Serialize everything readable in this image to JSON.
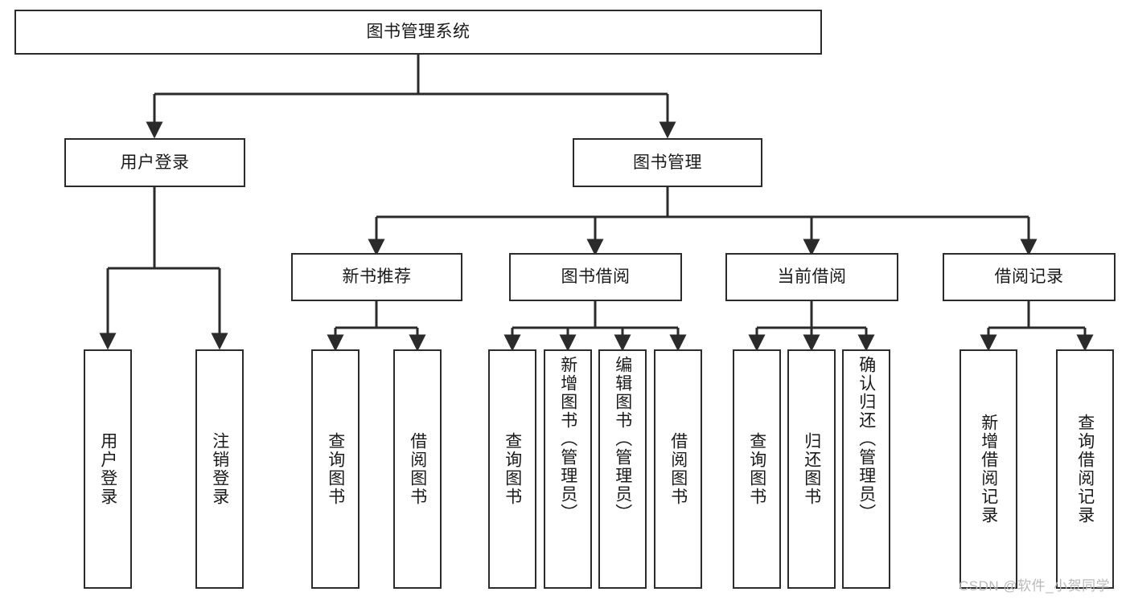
{
  "diagram": {
    "title": "图书管理系统",
    "type": "hierarchy-tree",
    "colors": {
      "stroke": "#2b2b2b",
      "box_fill": "#ffffff",
      "text": "#1a1a1a",
      "watermark": "#b9b9b9",
      "background": "#ffffff"
    },
    "root": {
      "label": "图书管理系统"
    },
    "level2": [
      {
        "label": "用户登录"
      },
      {
        "label": "图书管理"
      }
    ],
    "level3": [
      {
        "label": "新书推荐"
      },
      {
        "label": "图书借阅"
      },
      {
        "label": "当前借阅"
      },
      {
        "label": "借阅记录"
      }
    ],
    "leaves": {
      "user_login": [
        {
          "label": "用户登录"
        },
        {
          "label": "注销登录"
        }
      ],
      "new_book_recommend": [
        {
          "label": "查询图书"
        },
        {
          "label": "借阅图书"
        }
      ],
      "book_borrow": [
        {
          "label": "查询图书"
        },
        {
          "label": "新增图书（管理员）"
        },
        {
          "label": "编辑图书（管理员）"
        },
        {
          "label": "借阅图书"
        }
      ],
      "current_borrow": [
        {
          "label": "查询图书"
        },
        {
          "label": "归还图书"
        },
        {
          "label": "确认归还（管理员）"
        }
      ],
      "borrow_records": [
        {
          "label": "新增借阅记录"
        },
        {
          "label": "查询借阅记录"
        }
      ]
    },
    "watermark": "CSDN @软件_小贺同学"
  }
}
